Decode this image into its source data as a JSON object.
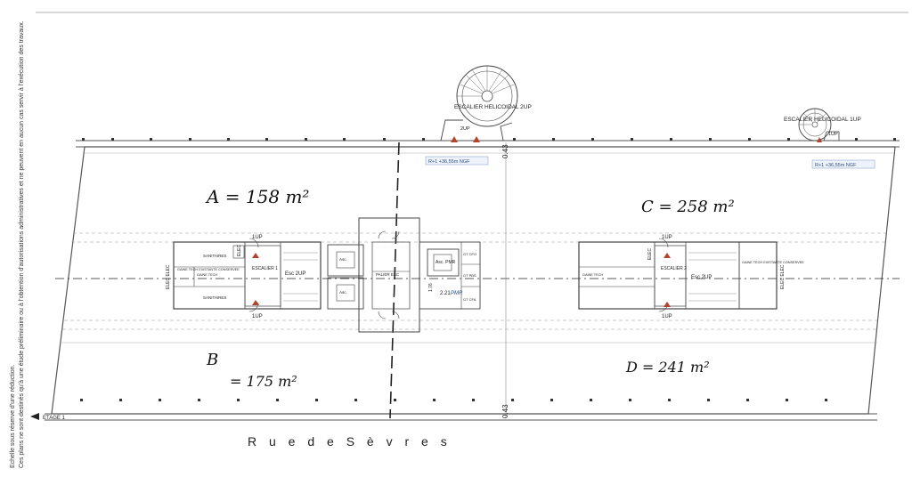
{
  "margin_note": {
    "line1": "Echelle sous réserve d'une réduction.",
    "line2": "Ces plans ne sont destinés qu'à une étude préliminaire ou à l'obtention d'autorisations administratives et ne peuvent en aucun cas servir à l'exécution des travaux."
  },
  "stairs": {
    "helical_left": "ESCALIER HELICOIDAL 2UP",
    "helical_left_up": "2UP",
    "helical_right": "ESCALIER HELICOIDAL 1UP",
    "helical_right_up": "1UP"
  },
  "levels": {
    "left": "R+1 +36,55m NGF",
    "right": "R+1 +36,55m NGF"
  },
  "areas": {
    "a": "A = 158 m²",
    "b_letter": "B",
    "b_value": "= 175 m²",
    "c": "C = 258 m²",
    "d": "D = 241 m²"
  },
  "axis": {
    "top": "0.43",
    "bottom": "0.43"
  },
  "core_left": {
    "up_top": "1UP",
    "up_bottom": "1UP",
    "sanitaires_1": "SANITAIRES",
    "sanitaires_2": "SANITAIRES",
    "elec": "ELEC",
    "elec_side": "ELEC ELEC",
    "gaine": "GAINE TECH EXISTANTE CONSERVEE",
    "gaine_tech": "GAINE TECH",
    "escalier": "ESCALIER 1",
    "esc": "Esc 2UP",
    "asc_1": "Asc.",
    "asc_2": "Asc.",
    "palier": "PALIER ESC"
  },
  "core_mid": {
    "asc_pmr": "Asc. PMR",
    "pmr_dim": "2.21",
    "pmr": "PMR",
    "gt_1": "GT CFO",
    "gt_2": "GT PBS",
    "gt_3": "GT CFA",
    "dim": "1.76"
  },
  "core_right": {
    "up_top": "1UP",
    "up_bottom": "1UP",
    "elec": "ELEC",
    "elec_side": "ELEC ELEC",
    "escalier": "ESCALIER 2",
    "esc": "Esc 2UP",
    "gaine": "GAINE TECH EXISTANTE CONSERVEE",
    "gaine_tech": "GAINE TECH"
  },
  "street": "R u e   d e   S è v r e s",
  "level_tag": "ETAGE 1"
}
